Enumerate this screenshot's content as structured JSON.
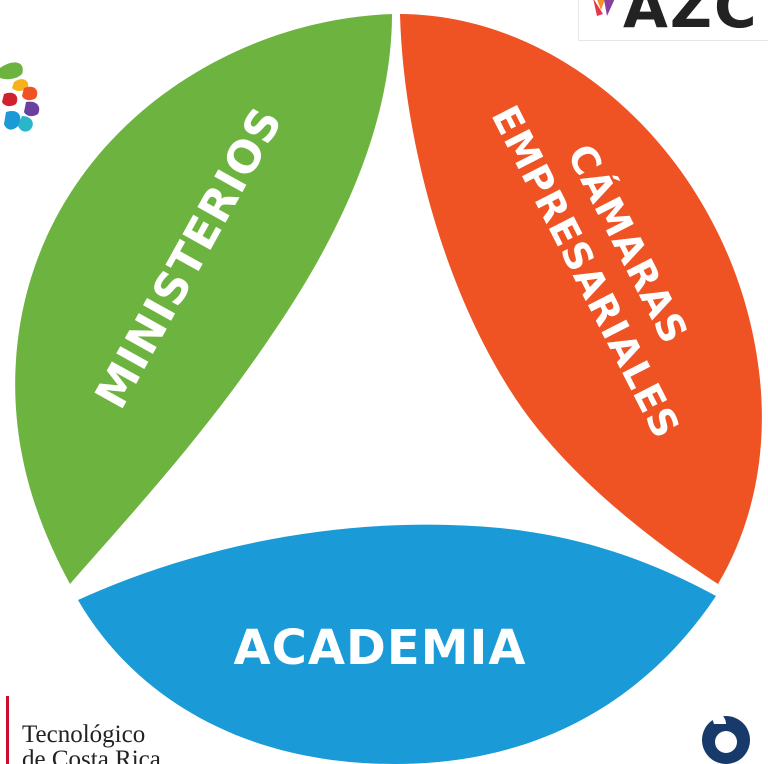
{
  "diagram": {
    "segments": [
      {
        "id": "ministerios",
        "label": "MINISTERIOS",
        "color": "#6db33f"
      },
      {
        "id": "camaras",
        "label_line1": "CÁMARAS",
        "label_line2": "EMPRESARIALES",
        "color": "#ef5223"
      },
      {
        "id": "academia",
        "label": "ACADEMIA",
        "color": "#1a9ad6"
      }
    ],
    "center_color": "#ffffff"
  },
  "logos": {
    "top_right_text": "AZC",
    "bottom_left_line1": "Tecnológico",
    "bottom_left_line2": "de Costa Rica",
    "top_left_icon": "colorful-flower-logo-icon",
    "bottom_right_icon": "circular-logo-icon"
  }
}
